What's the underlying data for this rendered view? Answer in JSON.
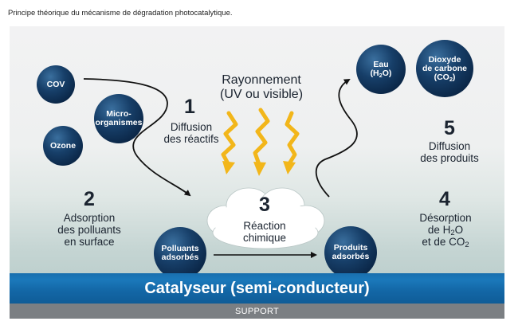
{
  "caption": "Principe théorique du mécanisme de dégradation photocatalytique.",
  "radiation": {
    "line1": "Rayonnement",
    "line2": "(UV ou visible)"
  },
  "steps": [
    {
      "number": "1",
      "line1": "Diffusion",
      "line2": "des réactifs"
    },
    {
      "number": "2",
      "line1": "Adsorption",
      "line2": "des polluants",
      "line3": "en surface"
    },
    {
      "number": "3",
      "line1": "Réaction",
      "line2": "chimique"
    },
    {
      "number": "4",
      "line1": "Désorption",
      "line2a": "de H",
      "line2sub": "2",
      "line2b": "O",
      "line3a": "et de CO",
      "line3sub": "2"
    },
    {
      "number": "5",
      "line1": "Diffusion",
      "line2": "des produits"
    }
  ],
  "molecules": {
    "cov": "COV",
    "micro": {
      "line1": "Micro-",
      "line2": "organismes"
    },
    "ozone": "Ozone",
    "eau": {
      "line1": "Eau",
      "line2a": "(H",
      "line2sub": "2",
      "line2b": "O)"
    },
    "co2": {
      "line1": "Dioxyde",
      "line2": "de carbone",
      "line3a": "(CO",
      "line3sub": "2",
      "line3b": ")"
    },
    "pollutants": {
      "line1": "Polluants",
      "line2": "adsorbés"
    },
    "products": {
      "line1": "Produits",
      "line2": "adsorbés"
    }
  },
  "catalyst_label": "Catalyseur (semi-conducteur)",
  "support_label": "SUPPORT",
  "colors": {
    "ray": "#f2b61a",
    "catalyst": "#1669a9",
    "support": "#7b7f83",
    "ball": "#123f6e"
  }
}
